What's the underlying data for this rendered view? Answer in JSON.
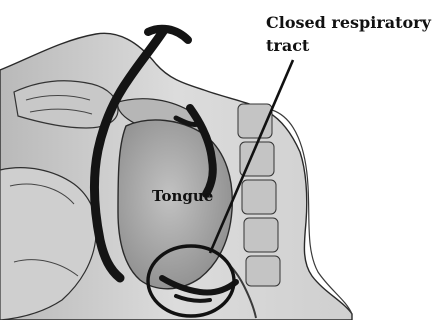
{
  "labels": {
    "callout_line1": "Closed respiratory",
    "callout_line2": "tract",
    "tongue": "Tongue"
  },
  "colors": {
    "airway": "#141414",
    "outline": "#2a2a2a",
    "skin": "#d2d2d2",
    "tissue": "#bcbcbc",
    "tongue": "#a9a9a9"
  }
}
